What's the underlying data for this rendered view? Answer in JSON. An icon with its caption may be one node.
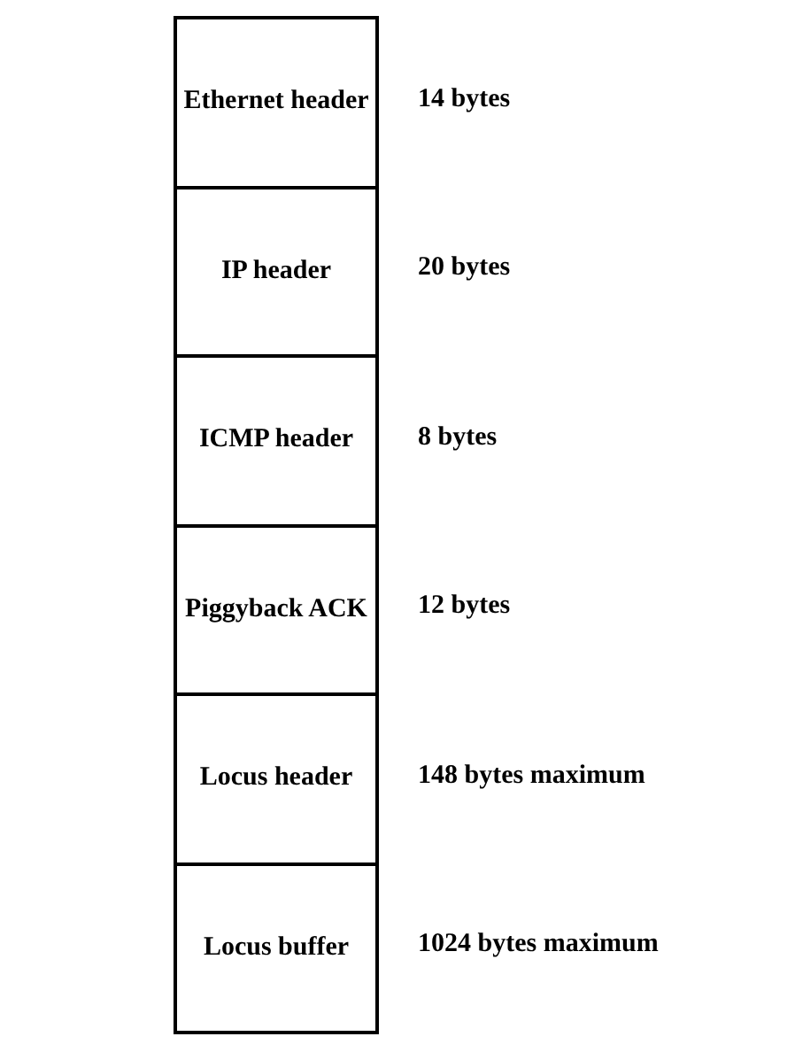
{
  "diagram": {
    "nodes": [
      {
        "text": [
          "Ethernet header"
        ],
        "beside": [
          "14 bytes"
        ]
      },
      {
        "text": [
          "IP header"
        ],
        "beside": [
          "20 bytes"
        ]
      },
      {
        "text": [
          "ICMP header"
        ],
        "beside": [
          "8 bytes"
        ]
      },
      {
        "text": [
          "Piggyback ACK"
        ],
        "beside": [
          "12 bytes"
        ]
      },
      {
        "text": [
          "Locus header"
        ],
        "beside": [
          "148 bytes maximum"
        ]
      },
      {
        "text": [
          "Locus buffer"
        ],
        "beside": [
          "1024 bytes maximum"
        ]
      }
    ]
  }
}
